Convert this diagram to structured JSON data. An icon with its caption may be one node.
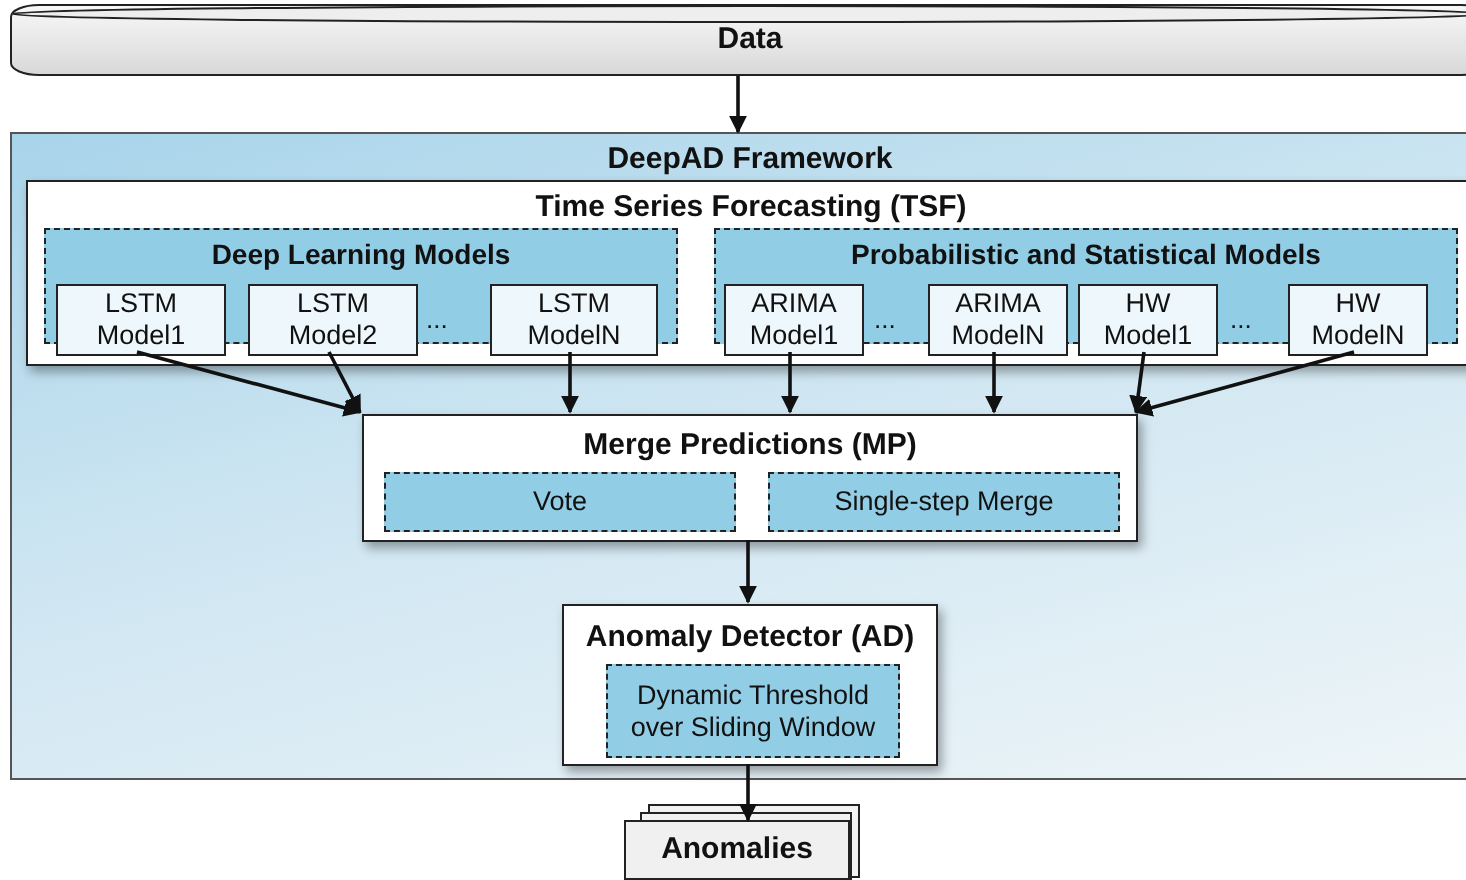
{
  "diagram": {
    "nodes": [
      {
        "text": [
          "Data"
        ]
      },
      {
        "text": [
          "DeepAD Framework"
        ]
      },
      {
        "text": [
          "Time Series Forecasting (TSF)"
        ],
        "in": 1
      },
      {
        "text": [
          "Deep Learning Models"
        ],
        "in": 2
      },
      {
        "text": [
          "LSTM Model1"
        ],
        "in": 2
      },
      {
        "text": [
          "LSTM Model2"
        ],
        "in": 2
      },
      {
        "text": [
          "LSTM ModelN"
        ],
        "in": 2
      },
      {
        "text": [
          "Probabilistic and Statistical Models"
        ],
        "in": 2
      },
      {
        "text": [
          "ARIMA Model1"
        ],
        "in": 2
      },
      {
        "text": [
          "ARIMA ModelN"
        ],
        "in": 2
      },
      {
        "text": [
          "HW Model1"
        ],
        "in": 2
      },
      {
        "text": [
          "HW ModelN"
        ],
        "in": 2
      },
      {
        "text": [
          "Merge Predictions (MP)"
        ],
        "in": 1
      },
      {
        "text": [
          "Vote"
        ],
        "in": 12
      },
      {
        "text": [
          "Single-step Merge"
        ],
        "in": 12
      },
      {
        "text": [
          "Anomaly Detector (AD)"
        ],
        "in": 1
      },
      {
        "text": [
          "Dynamic Threshold over Sliding Window"
        ],
        "in": 15
      },
      {
        "text": [
          "Anomalies"
        ]
      }
    ],
    "edges": [
      {
        "from": 0,
        "to": 1,
        "arrow": "to"
      },
      {
        "from": 4,
        "to": 12,
        "arrow": "to"
      },
      {
        "from": 5,
        "to": 12,
        "arrow": "to"
      },
      {
        "from": 6,
        "to": 12,
        "arrow": "to"
      },
      {
        "from": 8,
        "to": 12,
        "arrow": "to"
      },
      {
        "from": 9,
        "to": 12,
        "arrow": "to"
      },
      {
        "from": 10,
        "to": 12,
        "arrow": "to"
      },
      {
        "from": 11,
        "to": 12,
        "arrow": "to"
      },
      {
        "from": 12,
        "to": 15,
        "arrow": "to"
      },
      {
        "from": 15,
        "to": 17,
        "arrow": "to"
      }
    ],
    "labels": [
      "...",
      "...",
      "..."
    ]
  }
}
